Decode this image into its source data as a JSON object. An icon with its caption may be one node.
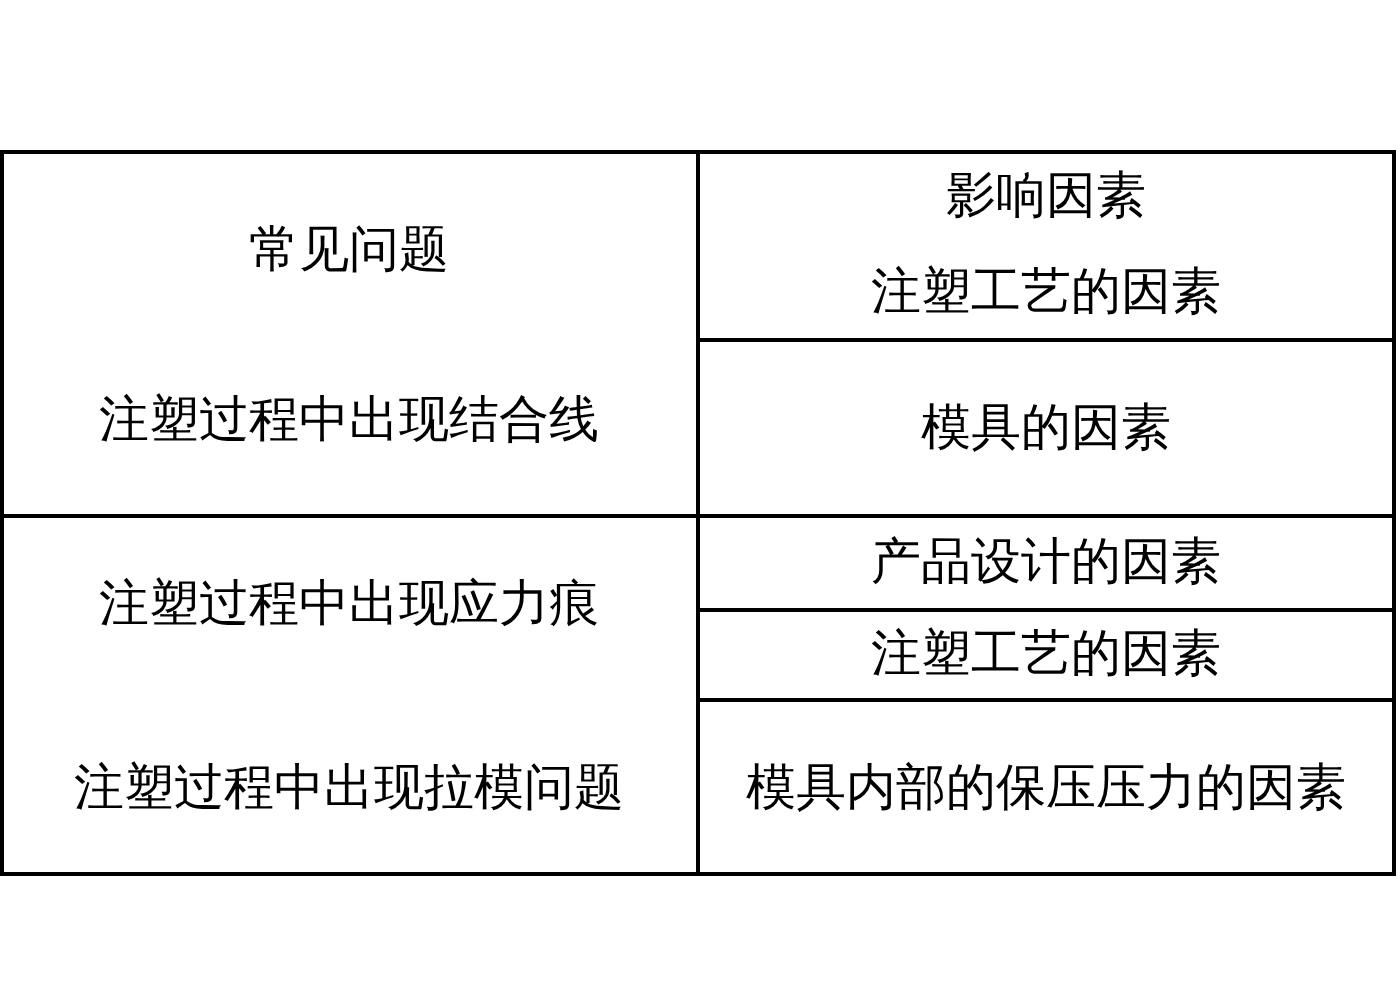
{
  "diagram": {
    "labels": [
      "常见问题",
      "影响因素",
      "注塑工艺的因素",
      "注塑过程中出现结合线",
      "模具的因素",
      "注塑过程中出现应力痕",
      "产品设计的因素",
      "注塑工艺的因素",
      "注塑过程中出现拉模问题",
      "模具内部的保压压力的因素"
    ]
  }
}
